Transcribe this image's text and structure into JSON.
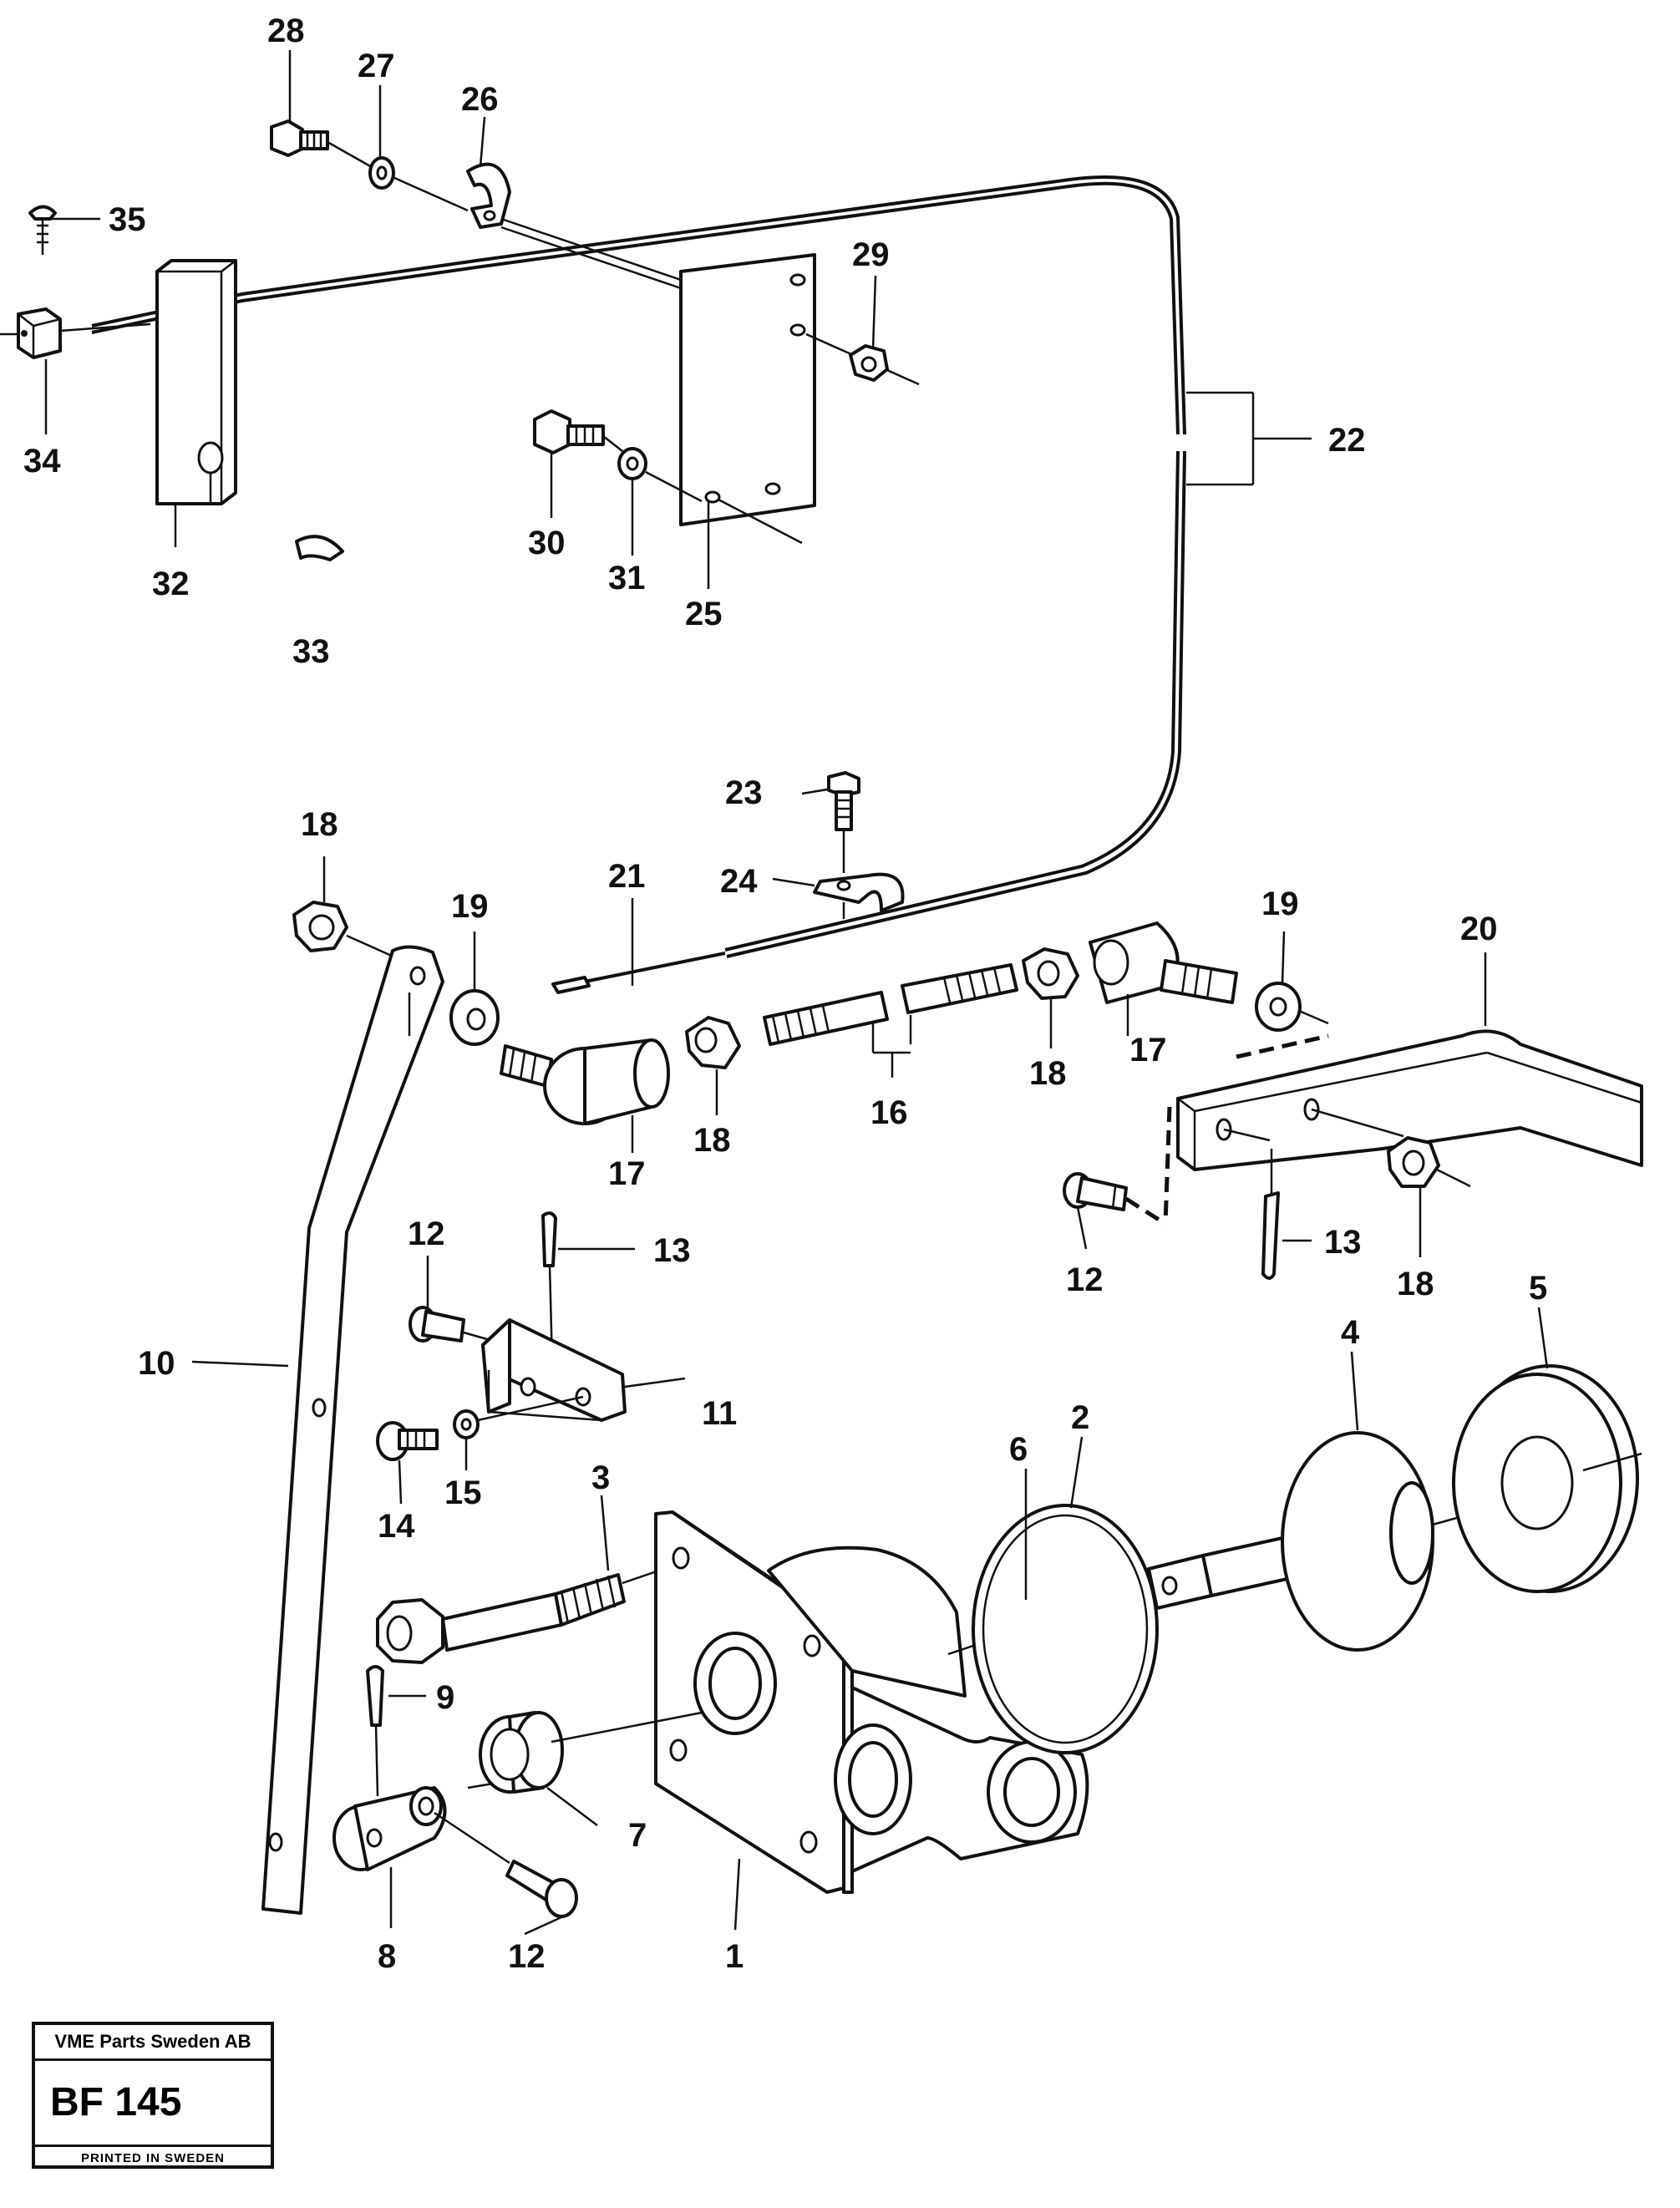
{
  "callouts": [
    {
      "id": "28",
      "label": "28"
    },
    {
      "id": "27",
      "label": "27"
    },
    {
      "id": "26",
      "label": "26"
    },
    {
      "id": "35",
      "label": "35"
    },
    {
      "id": "29",
      "label": "29"
    },
    {
      "id": "22",
      "label": "22"
    },
    {
      "id": "34",
      "label": "34"
    },
    {
      "id": "30",
      "label": "30"
    },
    {
      "id": "31",
      "label": "31"
    },
    {
      "id": "25",
      "label": "25"
    },
    {
      "id": "32",
      "label": "32"
    },
    {
      "id": "33",
      "label": "33"
    },
    {
      "id": "23",
      "label": "23"
    },
    {
      "id": "24",
      "label": "24"
    },
    {
      "id": "21",
      "label": "21"
    },
    {
      "id": "18a",
      "label": "18"
    },
    {
      "id": "19a",
      "label": "19"
    },
    {
      "id": "19b",
      "label": "19"
    },
    {
      "id": "20",
      "label": "20"
    },
    {
      "id": "17a",
      "label": "17"
    },
    {
      "id": "18b",
      "label": "18"
    },
    {
      "id": "16",
      "label": "16"
    },
    {
      "id": "18c",
      "label": "18"
    },
    {
      "id": "17b",
      "label": "17"
    },
    {
      "id": "12a",
      "label": "12"
    },
    {
      "id": "13a",
      "label": "13"
    },
    {
      "id": "12b",
      "label": "12"
    },
    {
      "id": "13b",
      "label": "13"
    },
    {
      "id": "18d",
      "label": "18"
    },
    {
      "id": "5",
      "label": "5"
    },
    {
      "id": "10",
      "label": "10"
    },
    {
      "id": "11",
      "label": "11"
    },
    {
      "id": "4",
      "label": "4"
    },
    {
      "id": "6",
      "label": "6"
    },
    {
      "id": "2",
      "label": "2"
    },
    {
      "id": "14",
      "label": "14"
    },
    {
      "id": "15",
      "label": "15"
    },
    {
      "id": "3",
      "label": "3"
    },
    {
      "id": "9",
      "label": "9"
    },
    {
      "id": "7",
      "label": "7"
    },
    {
      "id": "8",
      "label": "8"
    },
    {
      "id": "12c",
      "label": "12"
    },
    {
      "id": "1",
      "label": "1"
    }
  ],
  "stamp": {
    "company": "VME Parts Sweden AB",
    "code": "BF 145",
    "printed": "PRINTED IN SWEDEN"
  }
}
